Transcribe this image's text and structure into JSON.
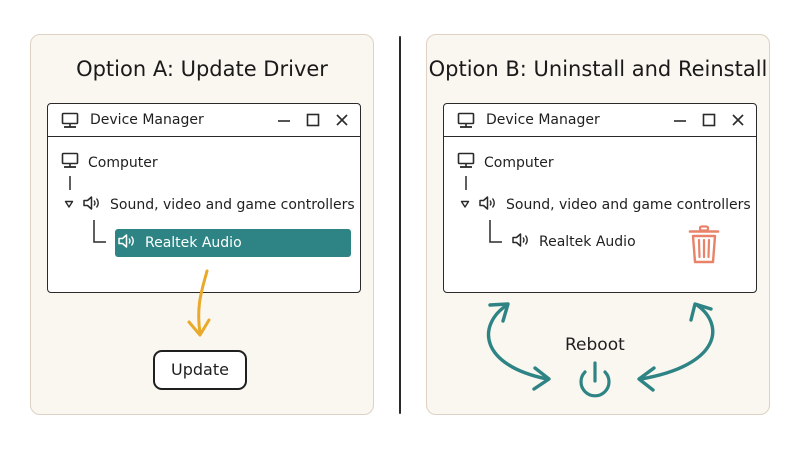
{
  "option_a": {
    "title": "Option A: Update Driver",
    "window": {
      "title": "Device Manager",
      "tree": {
        "computer": "Computer",
        "category": "Sound, video and game controllers",
        "device": "Realtek Audio"
      }
    },
    "update_button": "Update"
  },
  "option_b": {
    "title": "Option B: Uninstall and Reinstall",
    "window": {
      "title": "Device Manager",
      "tree": {
        "computer": "Computer",
        "category": "Sound, video and game controllers",
        "device": "Realtek Audio"
      }
    },
    "reboot_label": "Reboot"
  },
  "icons": {
    "window": "computer-icon",
    "speaker": "speaker-icon",
    "expand": "triangle-down-icon",
    "controls": [
      "minimize-icon",
      "maximize-icon",
      "close-icon"
    ],
    "delete": "trash-icon",
    "power": "power-icon"
  },
  "colors": {
    "panel_bg": "#faf6f0",
    "panel_border": "#ddd2c4",
    "highlight": "#2e8484",
    "update_arrow": "#e9a92a",
    "reboot_arrows": "#2e8484",
    "trash": "#e8836a"
  }
}
